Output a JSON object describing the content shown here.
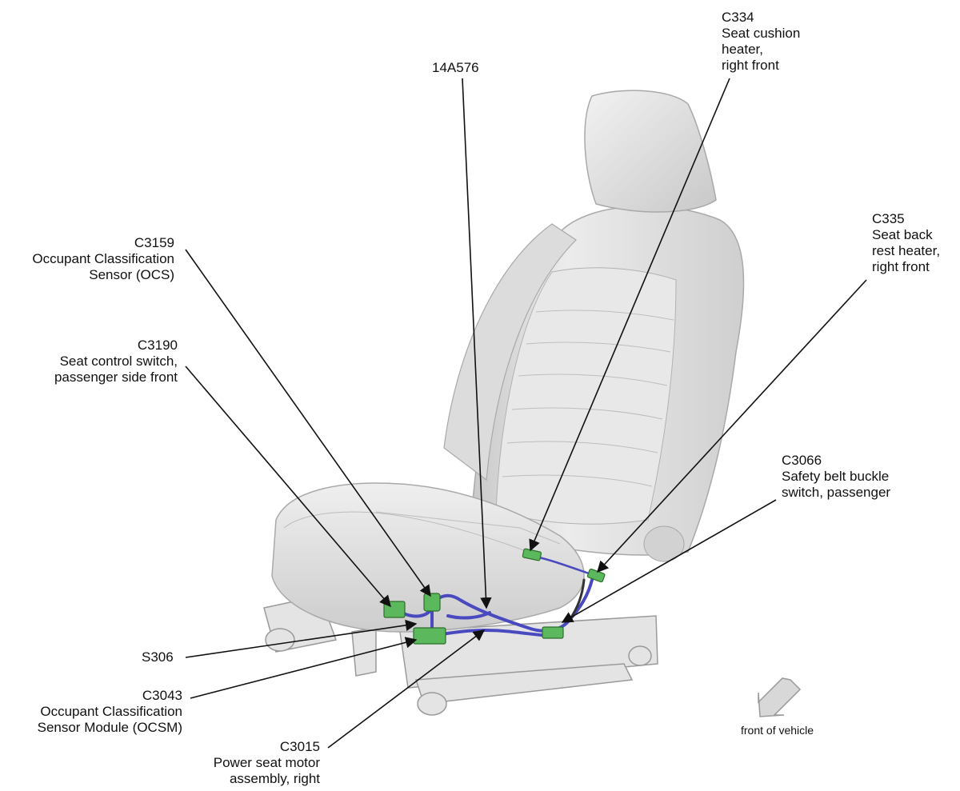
{
  "labels": {
    "c334": {
      "code": "C334",
      "lines": [
        "Seat cushion",
        "heater,",
        "right front"
      ]
    },
    "harness": {
      "code": "14A576"
    },
    "c335": {
      "code": "C335",
      "lines": [
        "Seat back",
        "rest heater,",
        "right front"
      ]
    },
    "c3159": {
      "code": "C3159",
      "lines": [
        "Occupant Classification",
        "Sensor (OCS)"
      ]
    },
    "c3190": {
      "code": "C3190",
      "lines": [
        "Seat control switch,",
        "passenger side front"
      ]
    },
    "c3066": {
      "code": "C3066",
      "lines": [
        "Safety belt buckle",
        "switch, passenger"
      ]
    },
    "s306": {
      "code": "S306"
    },
    "c3043": {
      "code": "C3043",
      "lines": [
        "Occupant Classification",
        "Sensor Module (OCSM)"
      ]
    },
    "c3015": {
      "code": "C3015",
      "lines": [
        "Power seat motor",
        "assembly, right"
      ]
    },
    "front": {
      "text": "front of vehicle"
    }
  },
  "colors": {
    "harness": "#4a4ac0",
    "connector": "#5cb85c",
    "seat": "#e6e6e6",
    "arrow": "#d8d8d8"
  }
}
